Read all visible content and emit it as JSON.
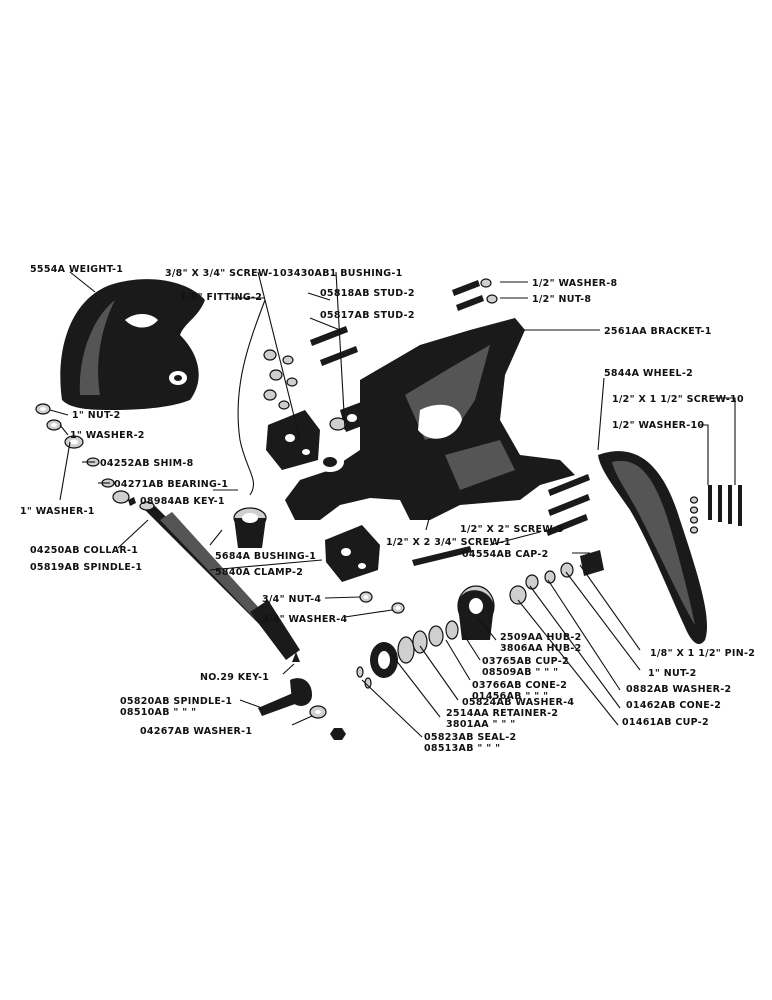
{
  "labels": {
    "weight": "5554A WEIGHT-1",
    "screw_38": "3/8\" X 3/4\" SCREW-1",
    "bushing_03430": "03430AB1 BUSHING-1",
    "fitting": "1/8\" FITTING-2",
    "stud_05818": "05818AB STUD-2",
    "stud_05817": "05817AB STUD-2",
    "washer_half_8": "1/2\" WASHER-8",
    "nut_half_8": "1/2\" NUT-8",
    "bracket": "2561AA BRACKET-1",
    "wheel": "5844A WHEEL-2",
    "screw_10": "1/2\" X 1 1/2\" SCREW-10",
    "washer_10": "1/2\" WASHER-10",
    "nut_1_2": "1\" NUT-2",
    "washer_1_2": "1\" WASHER-2",
    "shim": "04252AB SHIM-8",
    "bearing": "04271AB BEARING-1",
    "key_08984": "08984AB KEY-1",
    "washer_1_1": "1\" WASHER-1",
    "collar": "04250AB COLLAR-1",
    "spindle_05819": "05819AB SPINDLE-1",
    "bushing_5684": "5684A BUSHING-1",
    "clamp": "5840A CLAMP-2",
    "screw_5": "1/2\" X 2\" SCREW-5",
    "screw_234": "1/2\" X 2 3/4\" SCREW-1",
    "cap": "04554AB CAP-2",
    "nut_34": "3/4\" NUT-4",
    "washer_34": "3/4\" WASHER-4",
    "hub_2509": "2509AA HUB-2",
    "hub_3806": "3806AA HUB-2",
    "cup_03765": "03765AB CUP-2",
    "cup_08509": "08509AB \" \" \"",
    "cone_03766": "03766AB CONE-2",
    "cone_01456": "01456AB \" \" \"",
    "washer_05824": "05824AB WASHER-4",
    "retainer_2514": "2514AA RETAINER-2",
    "retainer_3801": "3801AA \" \" \"",
    "seal_05823": "05823AB SEAL-2",
    "seal_08513": "08513AB \" \" \"",
    "pin": "1/8\" X 1 1/2\" PIN-2",
    "nut_1_2b": "1\" NUT-2",
    "washer_0882": "0882AB WASHER-2",
    "cone_01462": "01462AB CONE-2",
    "cup_01461": "01461AB CUP-2",
    "key_no29": "NO.29 KEY-1",
    "spindle_05820": "05820AB SPINDLE-1",
    "spindle_08510": "08510AB \" \" \"",
    "washer_04267": "04267AB WASHER-1"
  }
}
